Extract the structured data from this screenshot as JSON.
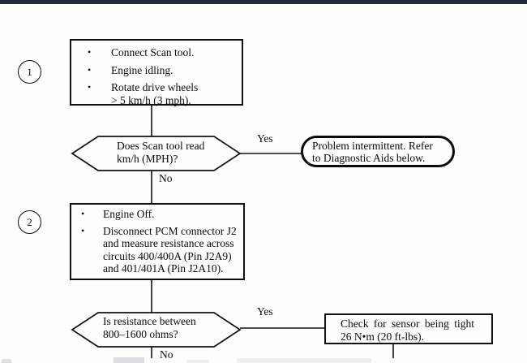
{
  "colors": {
    "top_bar": "#212e3a",
    "line": "#111111",
    "background": "#fdfdfc"
  },
  "flow": {
    "step1": {
      "number": "1"
    },
    "step2": {
      "number": "2"
    },
    "bullet_glyph": "•",
    "box1": {
      "bullets": [
        {
          "lines": [
            "Connect Scan tool."
          ]
        },
        {
          "lines": [
            "Engine idling."
          ]
        },
        {
          "lines": [
            "Rotate drive wheels",
            "> 5 km/h (3 mph)."
          ]
        }
      ]
    },
    "decision1": {
      "lines": [
        "Does Scan tool read",
        "km/h (MPH)?"
      ],
      "yes_label": "Yes",
      "no_label": "No"
    },
    "oval": {
      "lines": [
        "Problem intermittent. Refer",
        "to Diagnostic Aids below."
      ]
    },
    "box2": {
      "bullets": [
        {
          "lines": [
            "Engine Off."
          ]
        },
        {
          "lines": [
            "Disconnect PCM connector J2 and measure resistance across circuits 400/400A (Pin J2A9) and 401/401A (Pin J2A10)."
          ]
        }
      ]
    },
    "decision2": {
      "lines": [
        "Is resistance between",
        "800–1600 ohms?"
      ],
      "yes_label": "Yes",
      "no_label": "No"
    },
    "box3": {
      "lines": [
        "Check for sensor being tight",
        "26 N•m (20 ft-lbs)."
      ]
    }
  }
}
